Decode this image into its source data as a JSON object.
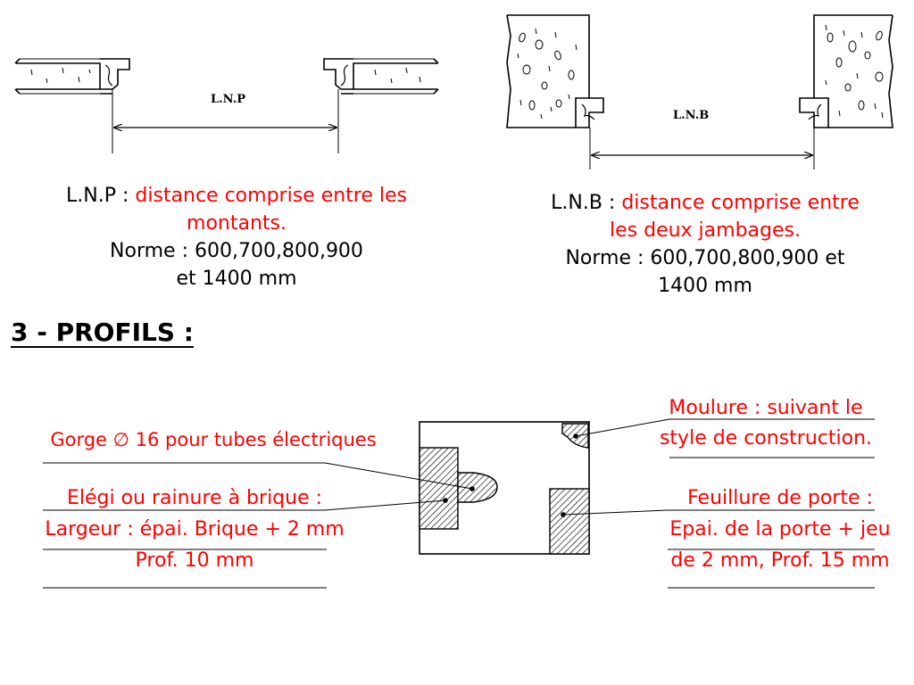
{
  "lnp": {
    "dim_label": "L.N.P",
    "term": "L.N.P : ",
    "definition_line1": "distance comprise entre les",
    "definition_line2": "montants.",
    "norm_line1": "Norme : 600,700,800,900",
    "norm_line2": "et 1400 mm"
  },
  "lnb": {
    "dim_label": "L.N.B",
    "term": "L.N.B : ",
    "definition_line1": "distance comprise entre",
    "definition_line2": "les deux jambages.",
    "norm_line1": "Norme : 600,700,800,900 et",
    "norm_line2": "1400 mm"
  },
  "section": {
    "title": "3 - PROFILS :"
  },
  "profile_annotations": {
    "gorge": "Gorge ∅ 16 pour tubes électriques",
    "elegi_line1": "Elégi ou rainure à brique :",
    "elegi_line2": "Largeur : épai. Brique + 2 mm",
    "elegi_line3": "Prof. 10 mm",
    "moulure_line1": "Moulure : suivant le",
    "moulure_line2": "style de construction.",
    "feuillure_line1": "Feuillure de porte :",
    "feuillure_line2": "Epai. de la porte + jeu",
    "feuillure_line3": "de 2 mm, Prof. 15 mm"
  },
  "colors": {
    "definition_text": "#ff0000",
    "annotation_text": "#ff0000",
    "line_art": "#000000"
  }
}
